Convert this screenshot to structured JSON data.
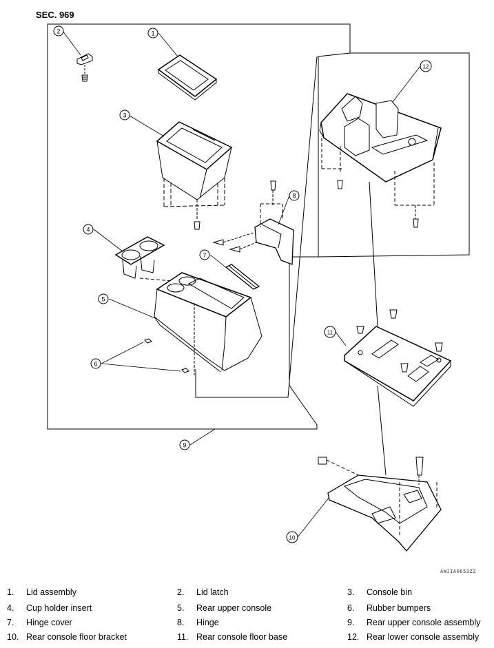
{
  "section_label": "SEC. 969",
  "figure_code": "AWJIA0653ZZ",
  "callouts": [
    "1",
    "2",
    "3",
    "4",
    "5",
    "6",
    "7",
    "8",
    "9",
    "10",
    "11",
    "12"
  ],
  "legend": [
    {
      "num": "1.",
      "label": "Lid assembly"
    },
    {
      "num": "2.",
      "label": "Lid latch"
    },
    {
      "num": "3.",
      "label": "Console bin"
    },
    {
      "num": "4.",
      "label": "Cup holder insert"
    },
    {
      "num": "5.",
      "label": "Rear upper console"
    },
    {
      "num": "6.",
      "label": "Rubber bumpers"
    },
    {
      "num": "7.",
      "label": "Hinge cover"
    },
    {
      "num": "8.",
      "label": "Hinge"
    },
    {
      "num": "9.",
      "label": "Rear upper console assembly"
    },
    {
      "num": "10.",
      "label": "Rear console floor bracket"
    },
    {
      "num": "11.",
      "label": "Rear console floor base"
    },
    {
      "num": "12.",
      "label": "Rear lower console assembly"
    }
  ]
}
